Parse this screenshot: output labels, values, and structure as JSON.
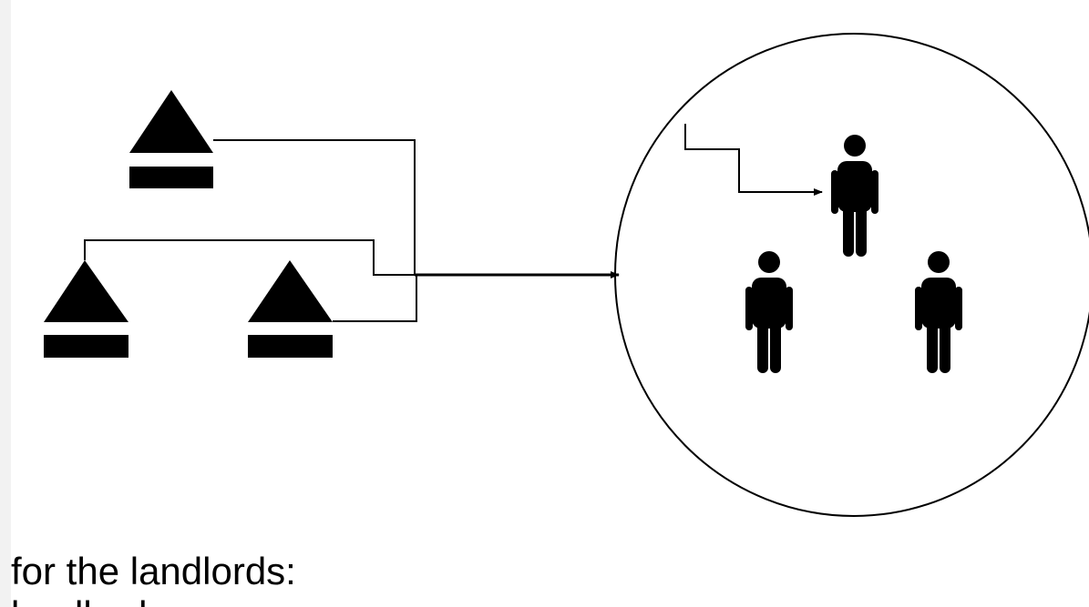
{
  "diagram": {
    "sources": [
      {
        "id": "landlord-top",
        "icon": "triangle-over-bar"
      },
      {
        "id": "landlord-bottom-left",
        "icon": "triangle-over-bar"
      },
      {
        "id": "landlord-bottom-right",
        "icon": "triangle-over-bar"
      }
    ],
    "target": {
      "shape": "circle",
      "people": 3,
      "icon": "person-icon"
    }
  },
  "caption": {
    "line1": "for the landlords:",
    "line2": "landlords ..."
  }
}
